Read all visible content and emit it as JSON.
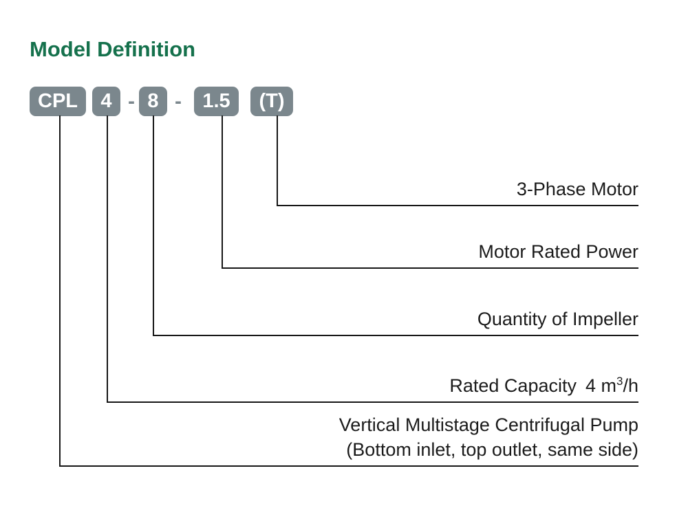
{
  "page": {
    "title": "Model Definition"
  },
  "colors": {
    "title_green": "#15714c",
    "box_gray": "#7b878d",
    "line_black": "#161616",
    "label_text": "#1b1b1b",
    "background": "#ffffff"
  },
  "model_code": {
    "segments": [
      "CPL",
      "4",
      "8",
      "1.5",
      "(T)"
    ],
    "separator": "-"
  },
  "callouts": [
    {
      "key": "phase",
      "label": "3-Phase Motor"
    },
    {
      "key": "power",
      "label": "Motor Rated Power"
    },
    {
      "key": "impeller",
      "label": "Quantity of Impeller"
    },
    {
      "key": "capacity",
      "label_prefix": "Rated Capacity",
      "value_pre": "4 m",
      "value_sup": "3",
      "value_suffix": "/h"
    },
    {
      "key": "type",
      "line1": "Vertical Multistage Centrifugal Pump",
      "line2": "(Bottom inlet, top outlet, same side)"
    }
  ]
}
